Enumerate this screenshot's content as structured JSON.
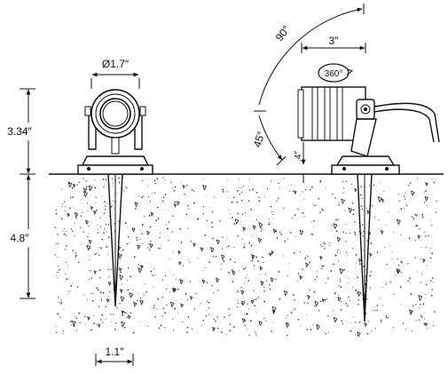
{
  "diagram": {
    "front_view": {
      "head_diameter": "Ø1.7″",
      "height_above_ground": "3.34″",
      "stake_depth": "4.8″",
      "stake_width": "1.1″"
    },
    "side_view": {
      "body_length": "3″",
      "rotation": "360°",
      "tilt_up": "90°",
      "tilt_down": "45°",
      "base_height": ".4″"
    }
  }
}
